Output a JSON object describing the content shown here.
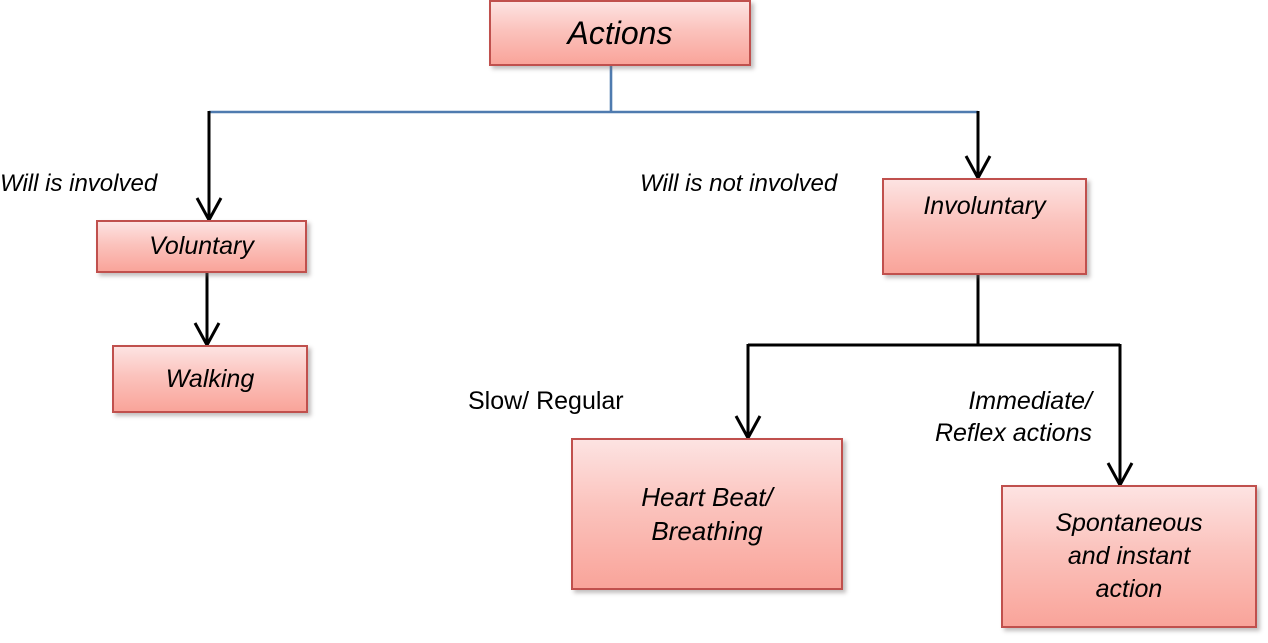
{
  "diagram": {
    "title": "Actions classification flowchart",
    "colors": {
      "box_border": "#C0504D",
      "box_fill_top": "#FDE3E2",
      "box_fill_bottom": "#F9A49A",
      "connector_blue": "#4F7BAF",
      "connector_black": "#000000",
      "text": "#000000",
      "background": "#FFFFFF"
    },
    "nodes": [
      {
        "id": "actions",
        "label": "Actions"
      },
      {
        "id": "voluntary",
        "label": "Voluntary"
      },
      {
        "id": "walking",
        "label": "Walking"
      },
      {
        "id": "involuntary",
        "label": "Involuntary"
      },
      {
        "id": "heartbeat",
        "label": "Heart Beat/\nBreathing"
      },
      {
        "id": "spontaneous",
        "label": "Spontaneous\nand instant\naction"
      }
    ],
    "edge_labels": [
      {
        "id": "will-involved",
        "text": "Will is involved"
      },
      {
        "id": "will-not-involved",
        "text": "Will is not involved"
      },
      {
        "id": "slow-regular",
        "text": "Slow/ Regular"
      },
      {
        "id": "immediate-reflex",
        "text": "Immediate/\nReflex actions"
      }
    ]
  }
}
